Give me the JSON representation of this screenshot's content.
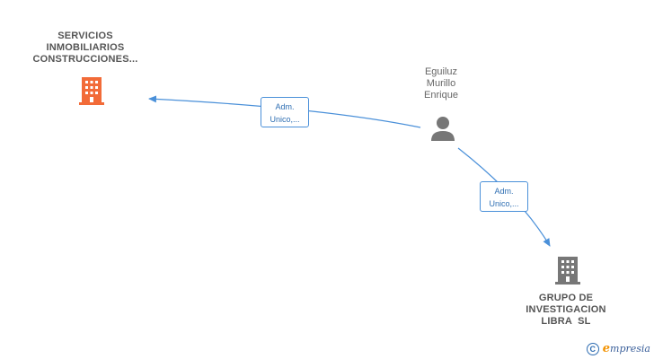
{
  "nodes": {
    "company_top": {
      "lines": [
        "SERVICIOS",
        "INMOBILIARIOS",
        "CONSTRUCCIONES..."
      ],
      "icon": "building-icon",
      "color": "#f26b38"
    },
    "person": {
      "lines": [
        "Eguiluz",
        "Murillo",
        "Enrique"
      ],
      "icon": "person-icon",
      "color": "#777777"
    },
    "company_bottom": {
      "lines": [
        "GRUPO DE",
        "INVESTIGACION",
        "LIBRA  SL"
      ],
      "icon": "building-icon",
      "color": "#777777"
    }
  },
  "edges": [
    {
      "lines": [
        "Adm.",
        "Unico,..."
      ],
      "from": "person",
      "to": "company_top"
    },
    {
      "lines": [
        "Adm.",
        "Unico,..."
      ],
      "from": "person",
      "to": "company_bottom"
    }
  ],
  "edge_color": "#4a90d9",
  "footer": {
    "copyright_symbol": "C",
    "brand_first": "e",
    "brand_rest": "mpresia"
  }
}
